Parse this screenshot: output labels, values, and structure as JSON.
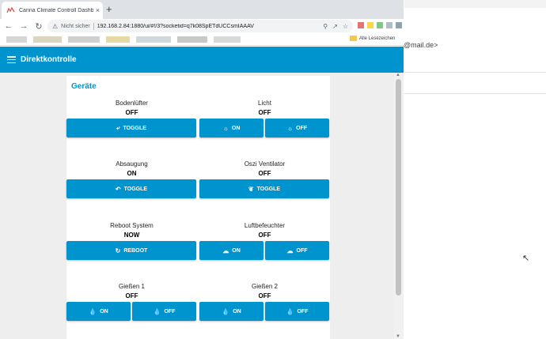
{
  "browser": {
    "tab_title": "Canna Climate Controll Dashbo",
    "tab_close": "×",
    "new_tab": "+",
    "security_label": "Nicht sicher",
    "url": "192.168.2.84:1880/ui/#!/3?socketid=q7k08SpETdUCCsmIAAAV",
    "bookmarks_other": "Alle Lesezeichen"
  },
  "app": {
    "title": "Direktkontrolle",
    "group_title": "Geräte"
  },
  "devices": {
    "bodenluefter": {
      "label": "Bodenlüfter",
      "value": "OFF",
      "btn": "TOGGLE",
      "icon": "fan-icon"
    },
    "licht": {
      "label": "Licht",
      "value": "OFF",
      "btn_on": "ON",
      "btn_off": "OFF",
      "icon": "sun-icon"
    },
    "absaugung": {
      "label": "Absaugung",
      "value": "ON",
      "btn": "TOGGLE",
      "icon": "wind-icon"
    },
    "oszi": {
      "label": "Oszi Ventilator",
      "value": "OFF",
      "btn": "TOGGLE",
      "icon": "leaf-icon"
    },
    "reboot": {
      "label": "Reboot System",
      "value": "NOW",
      "btn": "REBOOT",
      "icon": "refresh-icon"
    },
    "luftbefeuchter": {
      "label": "Luftbefeuchter",
      "value": "OFF",
      "btn_on": "ON",
      "btn_off": "OFF",
      "icon": "cloud-icon"
    },
    "giessen1": {
      "label": "Gießen 1",
      "value": "OFF",
      "btn_on": "ON",
      "btn_off": "OFF",
      "icon": "drop-icon"
    },
    "giessen2": {
      "label": "Gießen 2",
      "value": "OFF",
      "btn_on": "ON",
      "btn_off": "OFF",
      "icon": "drop-icon"
    }
  },
  "right_window": {
    "email_fragment": "@mail.de>"
  },
  "colors": {
    "accent": "#0094ce",
    "background": "#eeeeee"
  }
}
